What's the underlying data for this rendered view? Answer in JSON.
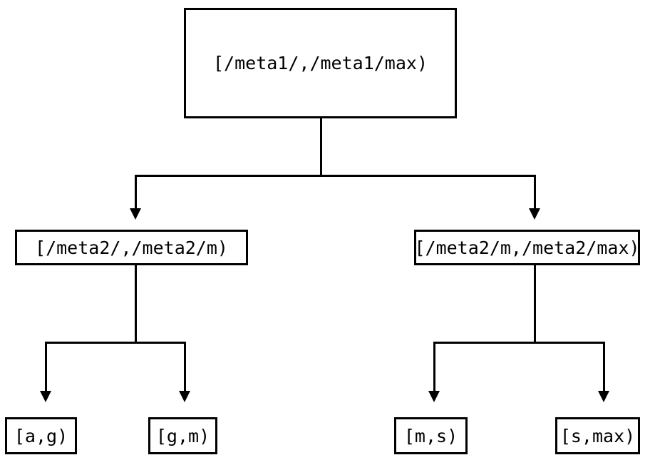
{
  "diagram": {
    "type": "tree",
    "title": "",
    "orientation": "top-down",
    "colors": {
      "background": "#ffffff",
      "node_border": "#000000",
      "node_fill": "#ffffff",
      "text": "#000000",
      "edge": "#000000"
    },
    "nodes": {
      "root": {
        "label": "[/meta1/,/meta1/max)"
      },
      "mid_left": {
        "label": "[/meta2/,/meta2/m)"
      },
      "mid_right": {
        "label": "[/meta2/m,/meta2/max)"
      },
      "leaf_1": {
        "label": "[a,g)"
      },
      "leaf_2": {
        "label": "[g,m)"
      },
      "leaf_3": {
        "label": "[m,s)"
      },
      "leaf_4": {
        "label": "[s,max)"
      }
    },
    "edges": [
      {
        "from": "root",
        "to": "mid_left",
        "arrow": "triangle-down"
      },
      {
        "from": "root",
        "to": "mid_right",
        "arrow": "triangle-down"
      },
      {
        "from": "mid_left",
        "to": "leaf_1",
        "arrow": "triangle-down"
      },
      {
        "from": "mid_left",
        "to": "leaf_2",
        "arrow": "triangle-down"
      },
      {
        "from": "mid_right",
        "to": "leaf_3",
        "arrow": "triangle-down"
      },
      {
        "from": "mid_right",
        "to": "leaf_4",
        "arrow": "triangle-down"
      }
    ]
  }
}
